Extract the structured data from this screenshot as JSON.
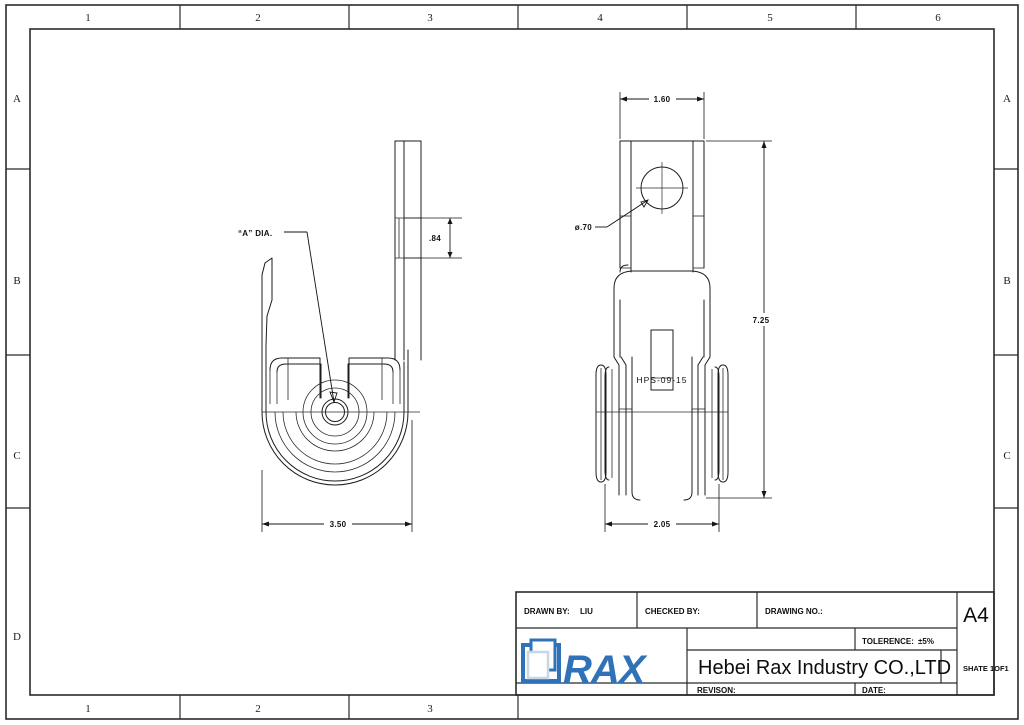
{
  "sheet": {
    "format": "A4",
    "zones_top": [
      "1",
      "2",
      "3",
      "4",
      "5",
      "6"
    ],
    "zones_bottom": [
      "1",
      "2",
      "3"
    ],
    "zones_left": [
      "A",
      "B",
      "C",
      "D"
    ],
    "zones_right": [
      "A",
      "B",
      "C"
    ]
  },
  "views": {
    "side_view": {
      "name": "side-view",
      "callout_label": "“A”  DIA.",
      "dim_thickness": ".84",
      "dim_width": "3.50"
    },
    "front_view": {
      "name": "front-view",
      "part_number": "HPS-09-15",
      "hole_callout": "ø.70",
      "dim_top_width": "1.60",
      "dim_height": "7.25",
      "dim_bottom_width": "2.05"
    }
  },
  "title_block": {
    "drawn_by_label": "DRAWN BY:",
    "drawn_by_value": "LIU",
    "checked_by_label": "CHECKED BY:",
    "checked_by_value": "",
    "drawing_no_label": "DRAWING NO.:",
    "drawing_no_value": "",
    "sheet_size": "A4",
    "tolerance_label": "TOLERENCE:",
    "tolerance_value": "±5%",
    "company_name": "Hebei Rax Industry CO.,LTD",
    "sheet_count": "SHATE 1OF1",
    "revision_label": "REVISON:",
    "revision_value": "",
    "date_label": "DATE:",
    "date_value": "",
    "logo_text": "RAX",
    "logo_color": "#2f72b8"
  }
}
